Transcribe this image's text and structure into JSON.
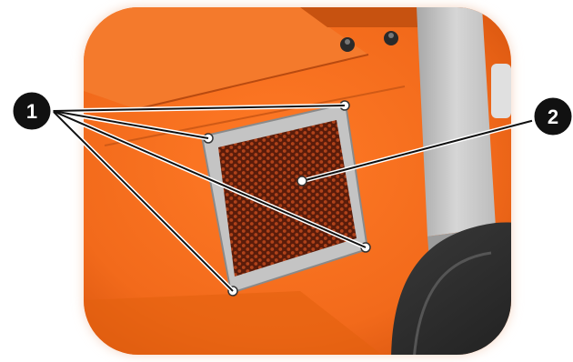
{
  "callouts": [
    {
      "number": "1",
      "part": "fasteners"
    },
    {
      "number": "2",
      "part": "mesh-screen"
    }
  ],
  "colors": {
    "panel_orange": "#f26a1b",
    "panel_dark_orange": "#c94a0c",
    "plate_gray": "#bdbdbd",
    "mesh_brown": "#7a2a12",
    "callout_black": "#111111",
    "tire_dark": "#2b2b2b"
  }
}
